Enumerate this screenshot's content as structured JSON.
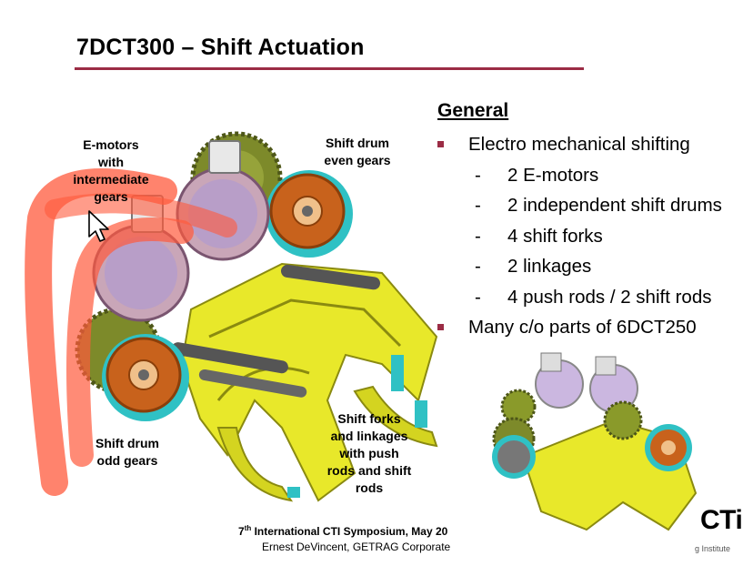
{
  "slide": {
    "title": "7DCT300 – Shift Actuation",
    "section_heading": "General",
    "bullets": [
      {
        "level": 1,
        "text": "Electro mechanical shifting"
      },
      {
        "level": 2,
        "dash": "-",
        "text": "2 E-motors"
      },
      {
        "level": 2,
        "dash": "-",
        "text": "2 independent shift drums"
      },
      {
        "level": 2,
        "dash": "-",
        "text": "4 shift forks"
      },
      {
        "level": 2,
        "dash": "-",
        "text": "2 linkages"
      },
      {
        "level": 2,
        "dash": "-",
        "text": "4 push rods / 2 shift rods"
      },
      {
        "level": 1,
        "text": "Many c/o parts of 6DCT250"
      }
    ],
    "labels": {
      "emotors": [
        "E-motors",
        "with",
        "intermediate",
        "gears"
      ],
      "drum_even": [
        "Shift drum",
        "even gears"
      ],
      "drum_odd": [
        "Shift drum",
        "odd gears"
      ],
      "forks": [
        "Shift forks",
        "and linkages",
        "with push",
        "rods and shift",
        "rods"
      ]
    },
    "footer": {
      "line1_prefix": "7",
      "line1_sup": "th",
      "line1_rest": " International CTI Symposium, May 20",
      "line2": "Ernest DeVincent, GETRAG Corporate"
    },
    "logo": {
      "text": "CTi",
      "subtext": "g Institute"
    }
  },
  "colors": {
    "accent": "#9b2c45",
    "fork_yellow": "#e8e82a",
    "drum_orange": "#c8621c",
    "teal": "#2fc1c4",
    "motor_purple": "#b7a8d8",
    "gear_olive": "#7d8a2a",
    "highlight_stroke": "#ff5a3c"
  },
  "icons": [
    "mouse-cursor-icon"
  ]
}
